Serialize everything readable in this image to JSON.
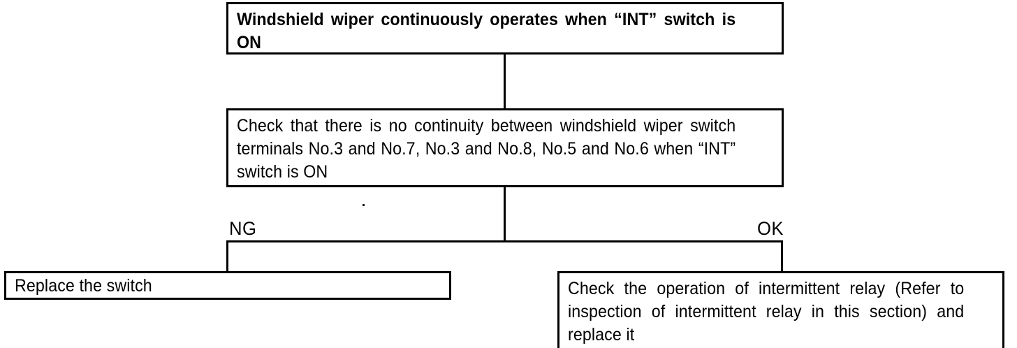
{
  "diagram": {
    "type": "troubleshooting-flowchart",
    "nodes": {
      "symptom": {
        "text": "Windshield wiper continuously operates when “INT” switch is ON",
        "emphasis": "bold"
      },
      "check": {
        "text": "Check that there is no continuity between windshield wiper switch terminals No.3 and No.7, No.3 and No.8, No.5 and No.6 when “INT” switch is ON",
        "emphasis": "normal"
      },
      "ng_action": {
        "text": "Replace the switch",
        "emphasis": "normal"
      },
      "ok_action": {
        "text": "Check the operation of intermittent relay (Refer to inspection of intermittent relay in this section) and replace it",
        "emphasis": "normal"
      }
    },
    "branches": {
      "ng_label": "NG",
      "ok_label": "OK"
    },
    "colors": {
      "line": "#000000",
      "text": "#000000",
      "background": "#ffffff"
    }
  }
}
